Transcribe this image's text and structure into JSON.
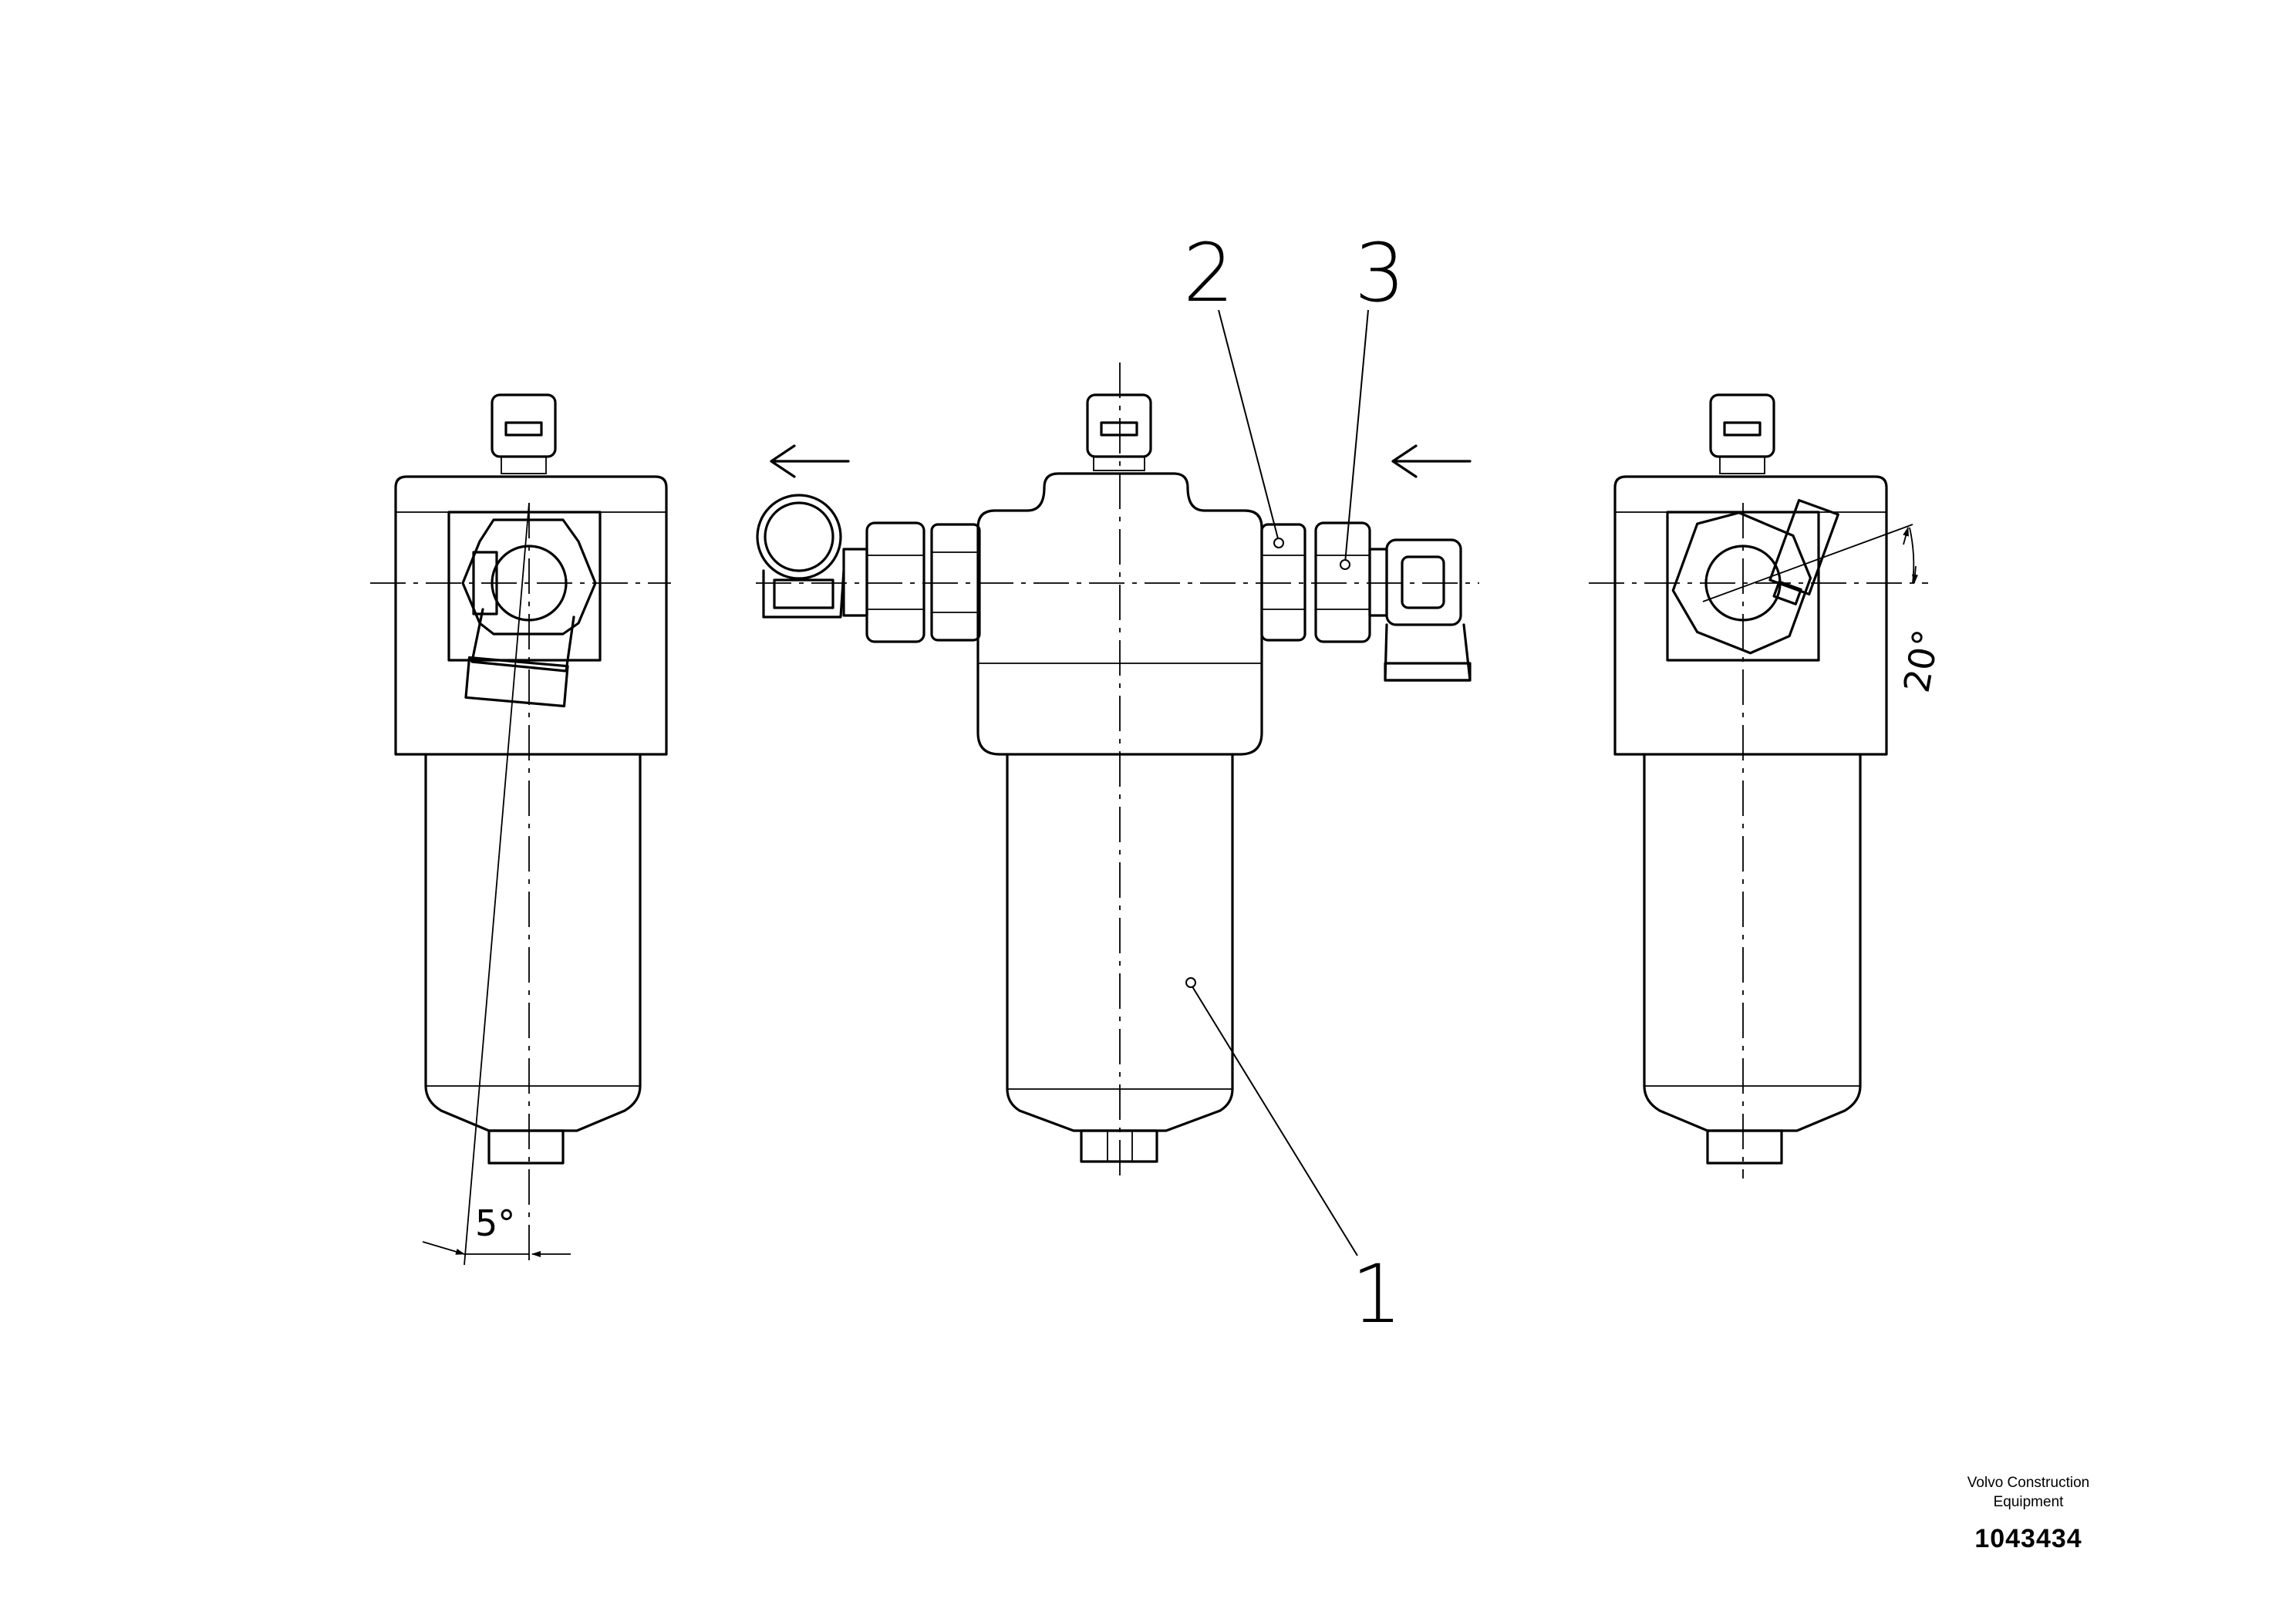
{
  "callouts": [
    {
      "id": "1",
      "label": "1"
    },
    {
      "id": "2",
      "label": "2"
    },
    {
      "id": "3",
      "label": "3"
    }
  ],
  "dimensions": {
    "left_angle": "5°",
    "right_angle": "20°"
  },
  "brand": {
    "line1": "Volvo Construction",
    "line2": "Equipment",
    "drawing_number": "1043434"
  }
}
